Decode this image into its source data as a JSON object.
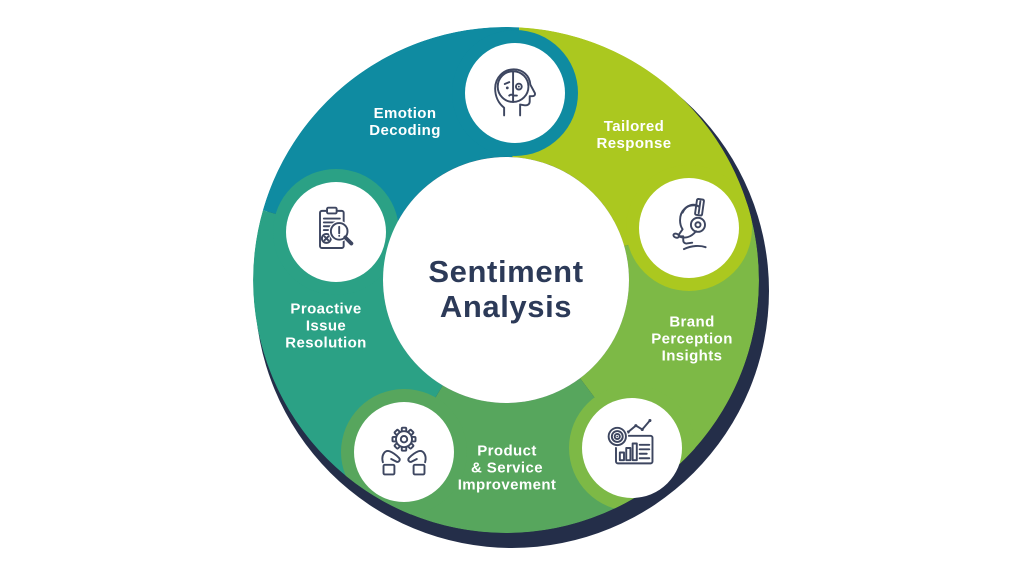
{
  "page": {
    "background": "#ffffff"
  },
  "diagram": {
    "title_lines": [
      "Sentiment",
      "Analysis"
    ],
    "colors": {
      "teal": "#0f8ba1",
      "lime": "#abc81f",
      "green_mid": "#7db946",
      "green": "#57a65d",
      "teal_green": "#2ba185",
      "shadow_ring": "#242e49",
      "icon_stroke": "#3d4660",
      "title_text": "#2c3a58",
      "label_text": "#ffffff",
      "circle_fill": "#ffffff"
    },
    "segments": [
      {
        "id": "emotion-decoding",
        "lines": [
          "Emotion",
          "Decoding"
        ],
        "color": "#0f8ba1",
        "icon": "emotion-decoding-icon"
      },
      {
        "id": "tailored-response",
        "lines": [
          "Tailored",
          "Response"
        ],
        "color": "#abc81f",
        "icon": "headset-agent-icon"
      },
      {
        "id": "brand-perception-insights",
        "lines": [
          "Brand",
          "Perception",
          "Insights"
        ],
        "color": "#7db946",
        "icon": "analytics-board-icon"
      },
      {
        "id": "product-service-improvement",
        "lines": [
          "Product",
          "& Service",
          "Improvement"
        ],
        "color": "#57a65d",
        "icon": "hands-gear-icon"
      },
      {
        "id": "proactive-issue-resolution",
        "lines": [
          "Proactive",
          "Issue",
          "Resolution"
        ],
        "color": "#2ba185",
        "icon": "clipboard-magnifier-icon"
      }
    ]
  }
}
